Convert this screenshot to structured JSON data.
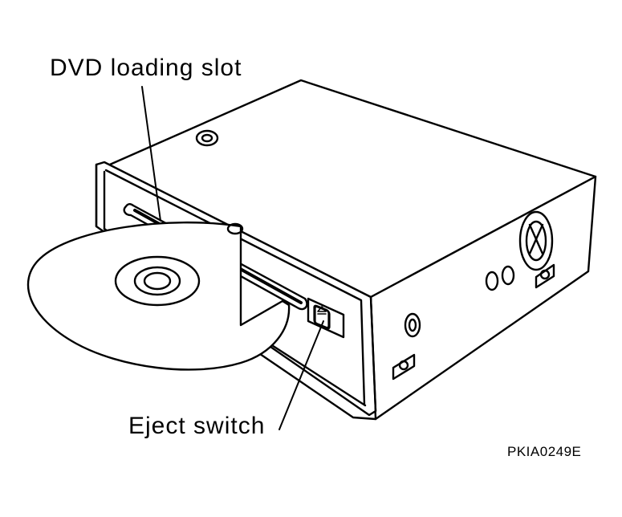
{
  "figure": {
    "labels": {
      "slot": "DVD loading slot",
      "eject": "Eject switch"
    },
    "code": "PKIA0249E"
  }
}
